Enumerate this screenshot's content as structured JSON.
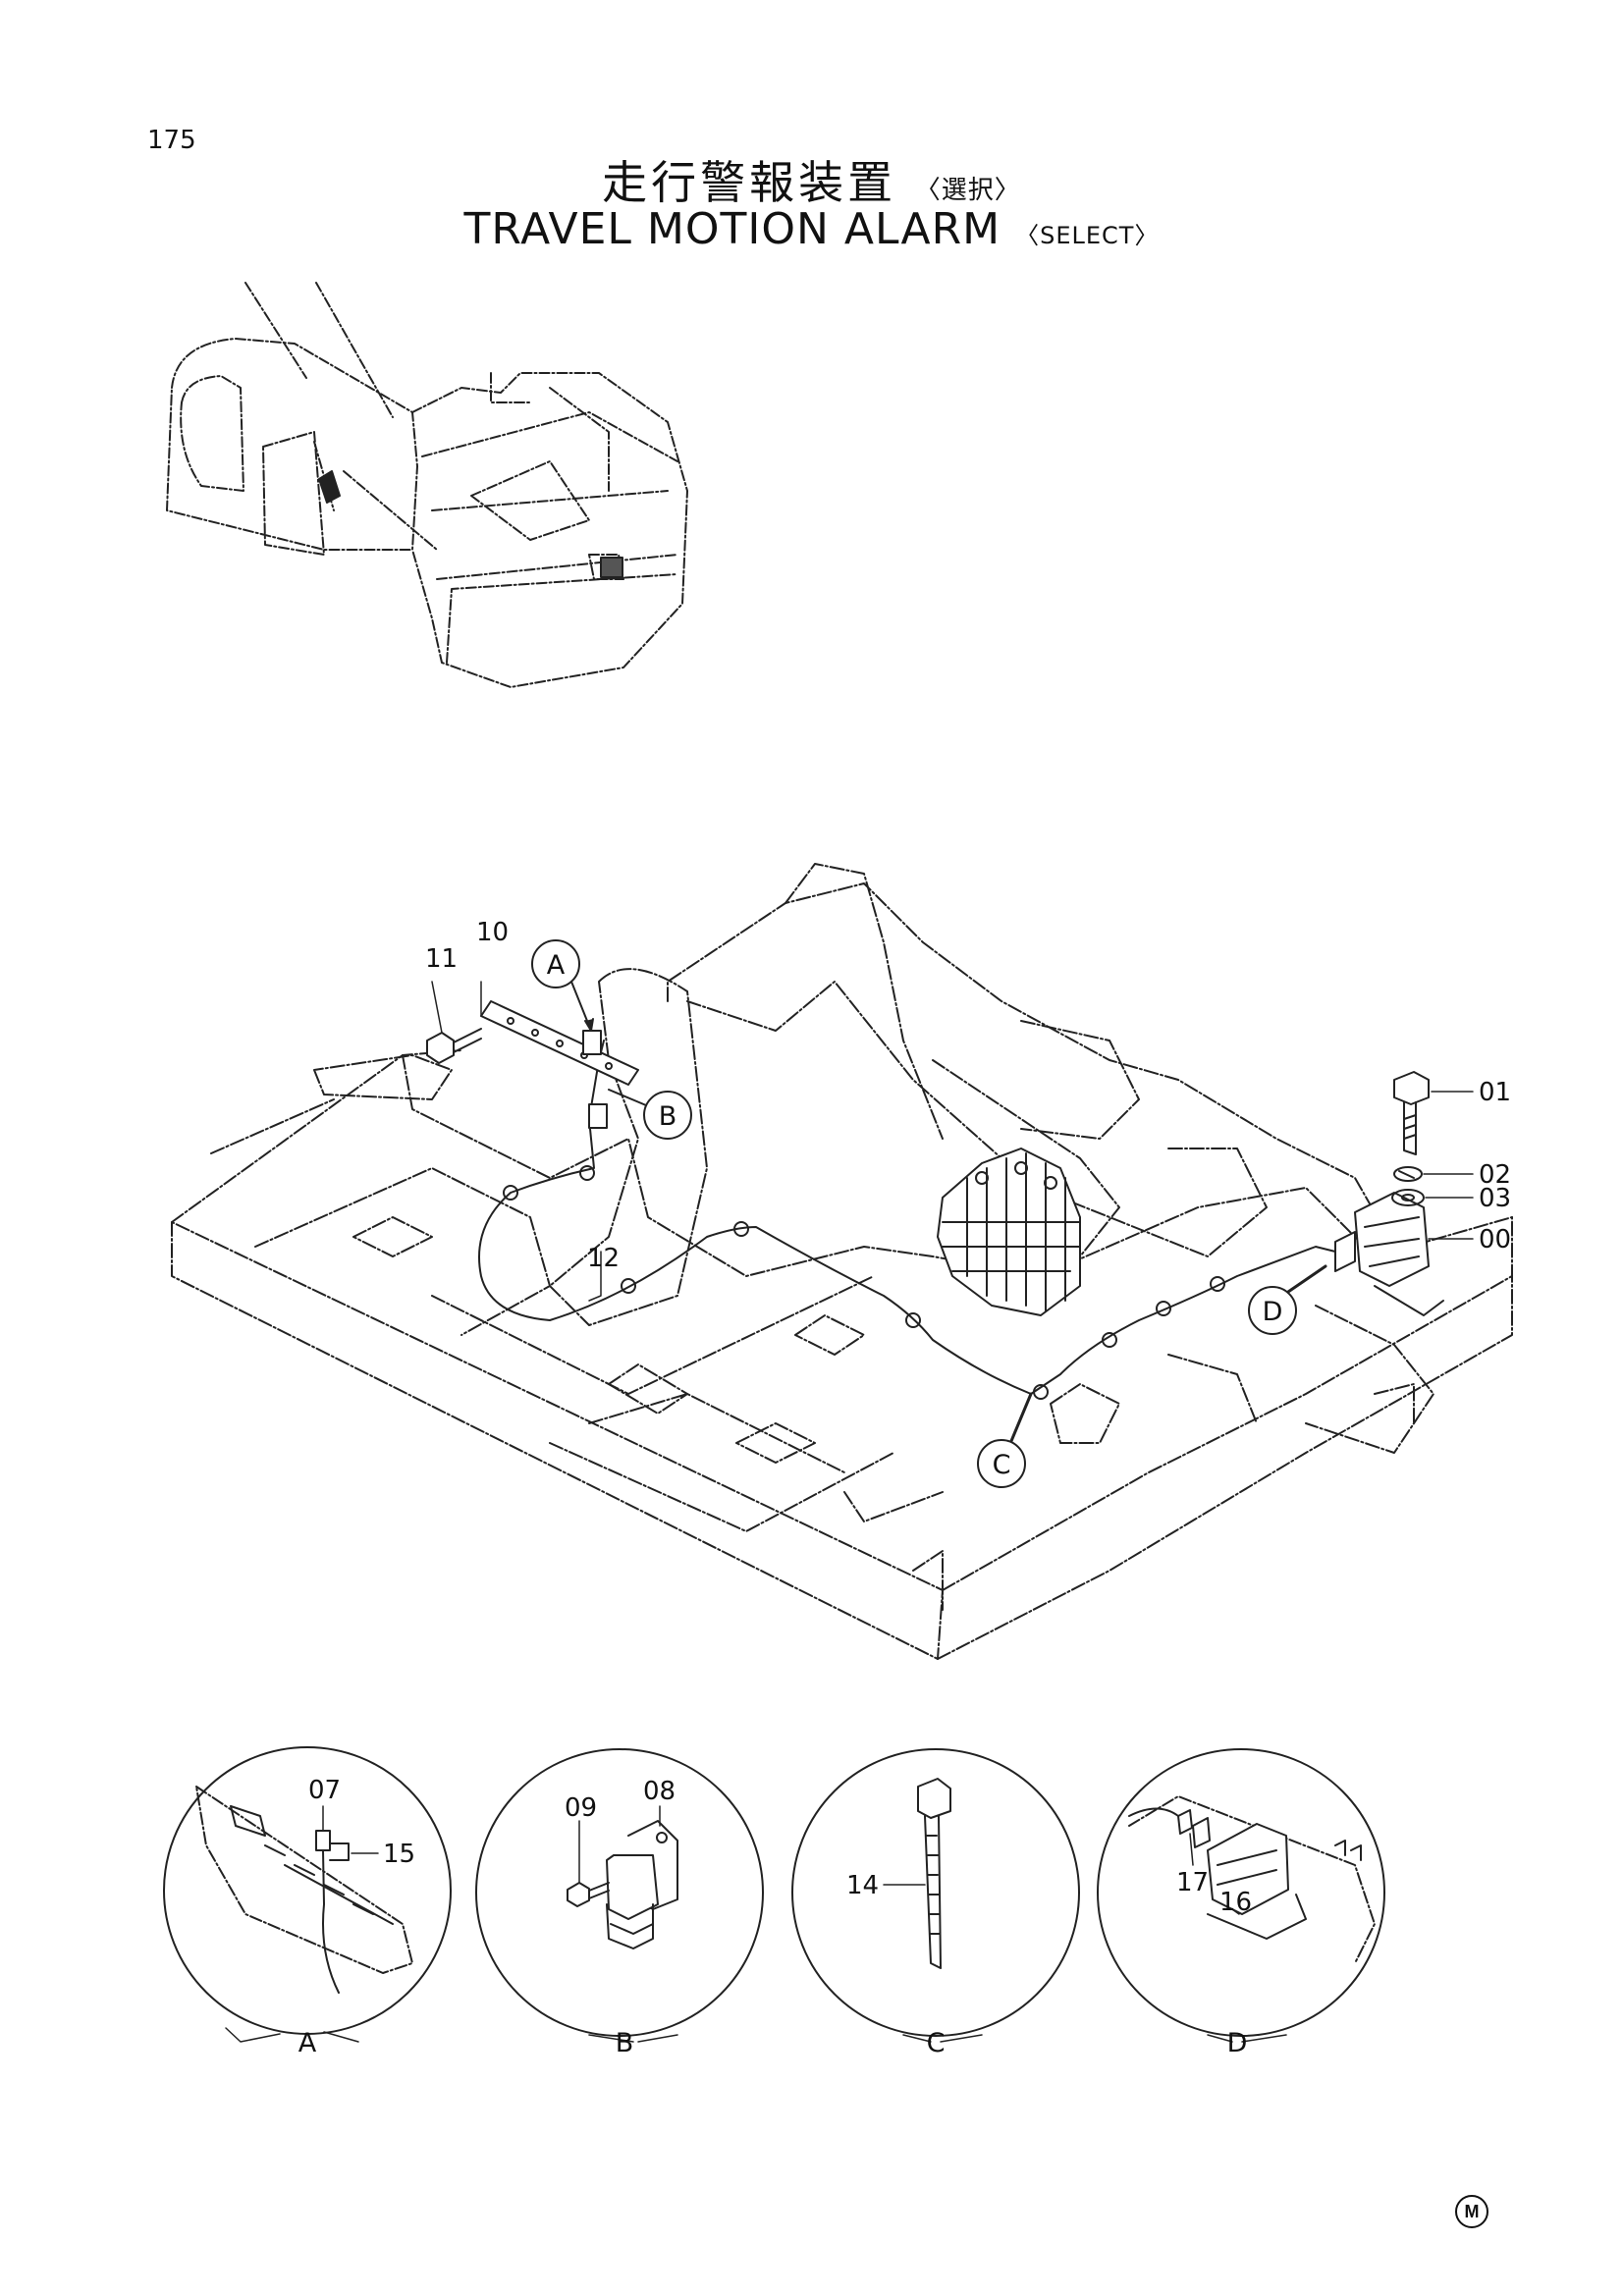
{
  "page": {
    "number": "175"
  },
  "title": {
    "jp": "走行警報装置",
    "jp_sub": "〈選択〉",
    "en": "TRAVEL MOTION ALARM",
    "en_sub": "〈SELECT〉"
  },
  "callouts": {
    "c01": "01",
    "c02": "02",
    "c03": "03",
    "c00": "00",
    "c10": "10",
    "c11": "11",
    "c12": "12",
    "c07": "07",
    "c15": "15",
    "c08": "08",
    "c09": "09",
    "c14": "14",
    "c16": "16",
    "c17": "17"
  },
  "detail_refs": {
    "a": "A",
    "b": "B",
    "c": "C",
    "d": "D"
  },
  "detail_labels": {
    "a": "A",
    "b": "B",
    "c": "C",
    "d": "D"
  },
  "footer_mark": "M"
}
